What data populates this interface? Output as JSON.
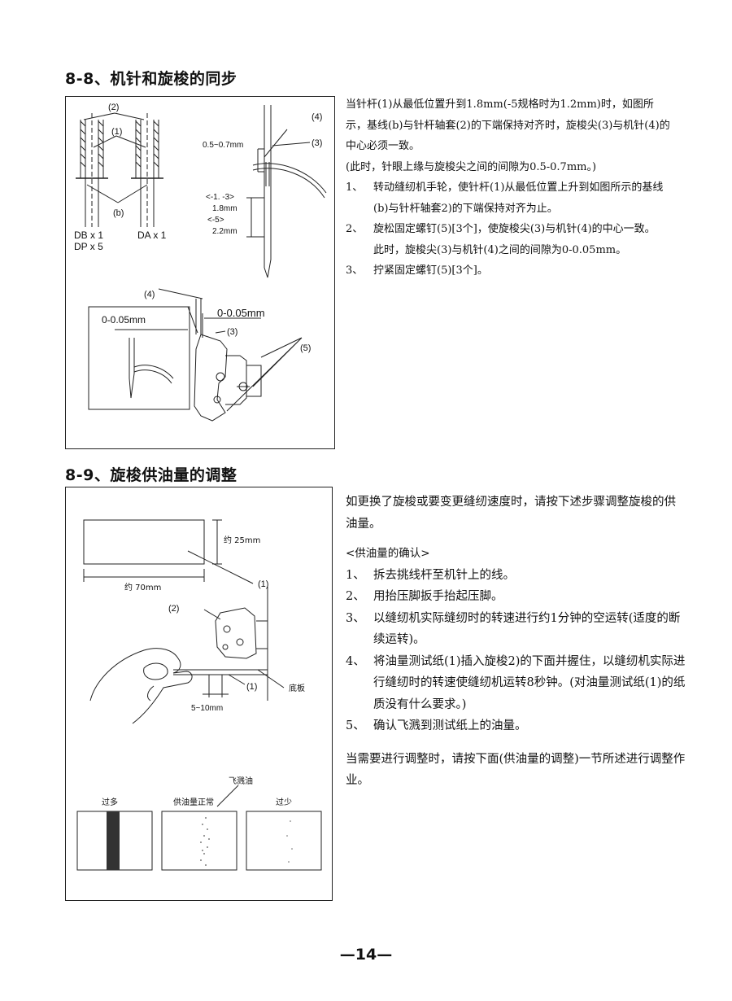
{
  "section_8_8": {
    "title": "8-8、机针和旋梭的同步",
    "figure": {
      "label_2": "(2)",
      "label_1": "(1)",
      "label_b": "(b)",
      "db": "DB x 1",
      "dp": "DP x 5",
      "da": "DA x 1",
      "gap_range": "0.5~0.7mm",
      "spec_1_3": "<-1. -3>",
      "rise_18": "1.8mm",
      "spec_5": "<-5>",
      "rise_22": "2.2mm",
      "label_4": "(4)",
      "label_3": "(3)",
      "clearance_left": "0-0.05mm",
      "clearance_right": "0-0.05mm",
      "label_5": "(5)"
    },
    "text": {
      "intro": "当针杆(1)从最低位置升到1.8mm(-5规格时为1.2mm)时，如图所示，基线(b)与针杆轴套(2)的下端保持对齐时，旋梭尖(3)与机针(4)的中心必须一致。",
      "note": "(此时，针眼上缘与旋梭尖之间的间隙为0.5-0.7mm。)",
      "steps": [
        {
          "num": "1、",
          "text": "转动缝纫机手轮，使针杆(1)从最低位置上升到如图所示的基线(b)与针杆轴套2)的下端保持对齐为止。"
        },
        {
          "num": "2、",
          "text": "旋松固定螺钉(5)[3个]，使旋梭尖(3)与机针(4)的中心一致。"
        },
        {
          "num": "3、",
          "text": "拧紧固定螺钉(5)[3个]。"
        }
      ],
      "step2_extra": "此时，旋梭尖(3)与机针(4)之间的间隙为0-0.05mm。"
    }
  },
  "section_8_9": {
    "title": "8-9、旋梭供油量的调整",
    "figure": {
      "height": "约 25mm",
      "width": "约 70mm",
      "label_1a": "(1)",
      "label_2": "(2)",
      "label_1b": "(1)",
      "base_plate": "底板",
      "distance": "5~10mm",
      "splash_oil": "飞溅油",
      "too_much": "过多",
      "normal": "供油量正常",
      "too_little": "过少"
    },
    "text": {
      "intro": "如更换了旋梭或要变更缝纫速度时，请按下述步骤调整旋梭的供油量。",
      "confirm_title": "<供油量的确认>",
      "steps": [
        {
          "num": "1、",
          "text": "拆去挑线杆至机针上的线。"
        },
        {
          "num": "2、",
          "text": "用抬压脚扳手抬起压脚。"
        },
        {
          "num": "3、",
          "text": "以缝纫机实际缝纫时的转速进行约1分钟的空运转(适度的断续运转)。"
        },
        {
          "num": "4、",
          "text": "将油量测试纸(1)插入旋梭2)的下面并握住，以缝纫机实际进行缝纫时的转速使缝纫机运转8秒钟。(对油量测试纸(1)的纸质没有什么要求。)"
        },
        {
          "num": "5、",
          "text": "确认飞溅到测试纸上的油量。"
        }
      ],
      "outro": "当需要进行调整时，请按下面(供油量的调整)一节所述进行调整作业。"
    }
  },
  "page_number": "—14—"
}
